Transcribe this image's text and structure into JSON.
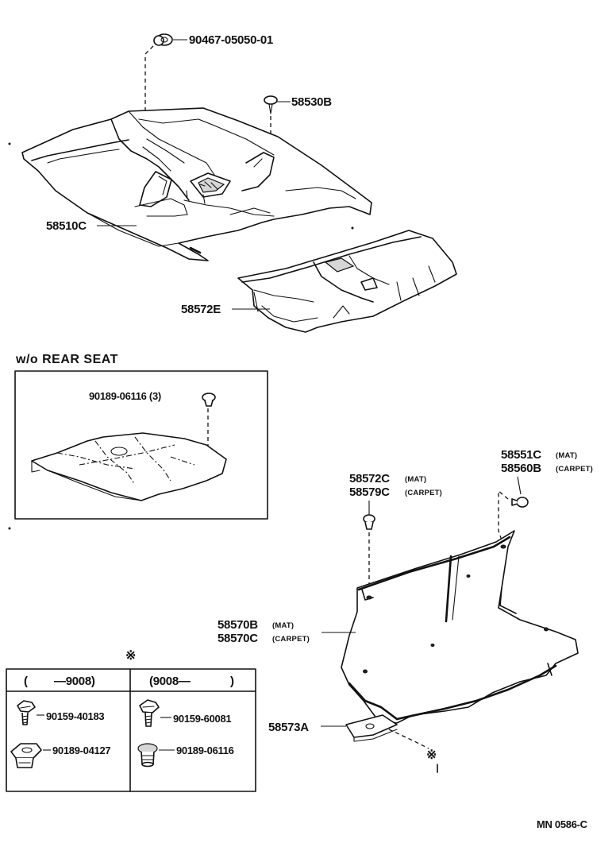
{
  "labels": {
    "p90467": "90467-05050-01",
    "p58530b": "58530B",
    "p58510c": "58510C",
    "p58572e": "58572E",
    "wo_rear_seat": "w/o REAR SEAT",
    "p90189_06116_3": "90189-06116 (3)",
    "p58551c": "58551C",
    "p58551c_note": "(MAT)",
    "p58560b": "58560B",
    "p58560b_note": "(CARPET)",
    "p58572c": "58572C",
    "p58572c_note": "(MAT)",
    "p58579c": "58579C",
    "p58579c_note": "(CARPET)",
    "p58570b": "58570B",
    "p58570b_note": "(MAT)",
    "p58570c": "58570C",
    "p58570c_note": "(CARPET)",
    "p58573a": "58573A",
    "table_mark": "※",
    "ref_mark": "※",
    "footer_code": "MN  0586-C"
  },
  "table": {
    "col1_header_open": "(",
    "col1_header_range": "—9008)",
    "col2_header": "(9008—",
    "col2_header_close": ")",
    "rows": [
      {
        "left": "90159-40183",
        "right": "90159-60081"
      },
      {
        "left": "90189-04127",
        "right": "90189-06116"
      }
    ]
  }
}
